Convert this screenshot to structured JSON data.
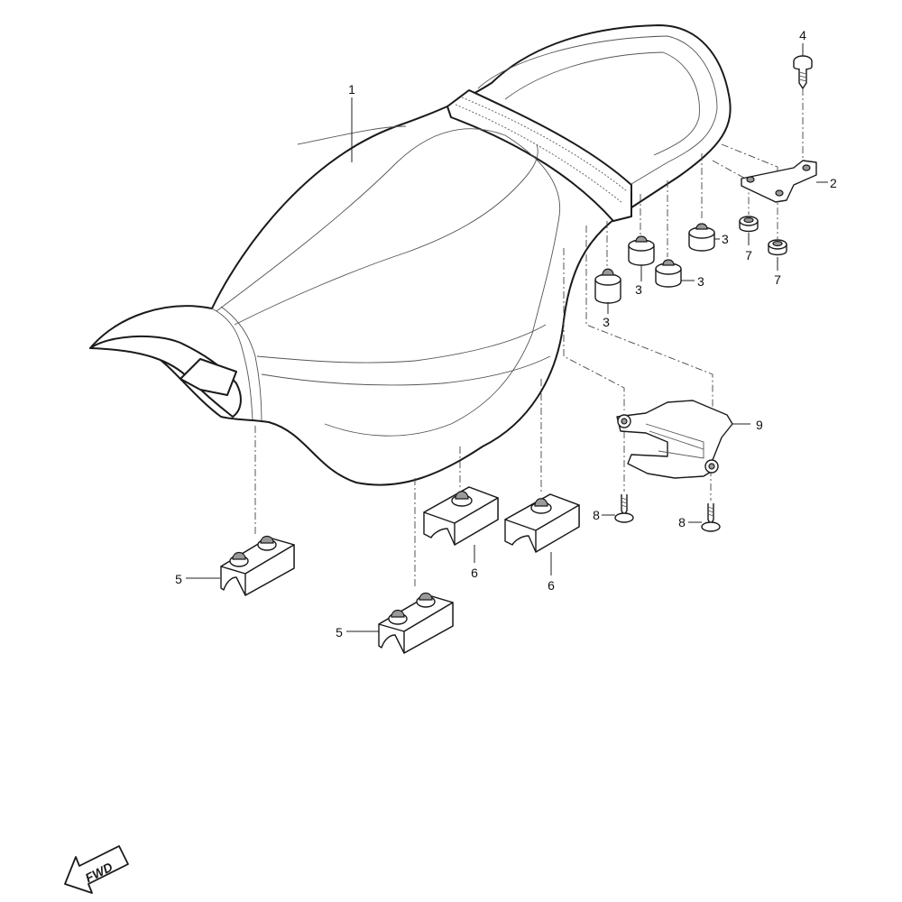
{
  "callouts": {
    "c1": "1",
    "c2": "2",
    "c3a": "3",
    "c3b": "3",
    "c3c": "3",
    "c3d": "3",
    "c4": "4",
    "c5a": "5",
    "c5b": "5",
    "c6a": "6",
    "c6b": "6",
    "c7a": "7",
    "c7b": "7",
    "c8a": "8",
    "c8b": "8",
    "c9": "9"
  },
  "fwd_label": "FWD",
  "colors": {
    "line": "#1a1a1a",
    "shade": "#9a9a9a",
    "background": "#ffffff"
  },
  "icons": {
    "direction": "fwd-arrow-icon"
  }
}
